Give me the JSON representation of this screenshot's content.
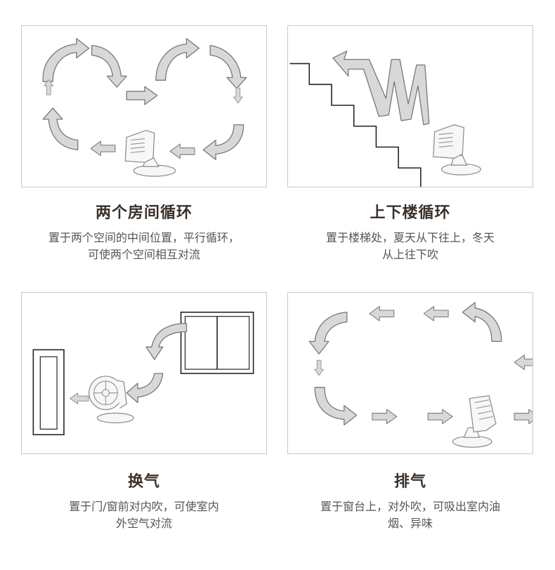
{
  "panels": [
    {
      "title": "两个房间循环",
      "desc_lines": [
        "置于两个空间的中间位置，平行循环，",
        "可使两个空间相互对流"
      ]
    },
    {
      "title": "上下楼循环",
      "desc_lines": [
        "置于楼梯处，夏天从下往上，冬天",
        "从上往下吹"
      ]
    },
    {
      "title": "换气",
      "desc_lines": [
        "置于门/窗前对内吹，可使室内",
        "外空气对流"
      ]
    },
    {
      "title": "排气",
      "desc_lines": [
        "置于窗台上，对外吹，可吸出室内油",
        "烟、异味"
      ]
    }
  ],
  "colors": {
    "panel_border": "#c8c8c8",
    "arrow_fill": "#d8d8d8",
    "arrow_stroke": "#777777",
    "title_text": "#3a302a"
  }
}
